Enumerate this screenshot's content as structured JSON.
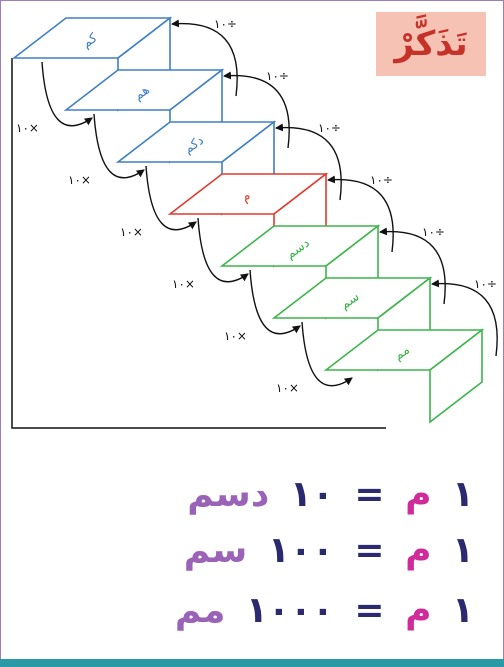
{
  "remember_label": "تَذَكَّرْ",
  "steps": [
    {
      "label": "كم",
      "color": "#3e7fc4"
    },
    {
      "label": "هم",
      "color": "#3e7fc4"
    },
    {
      "label": "دكم",
      "color": "#3e7fc4"
    },
    {
      "label": "م",
      "color": "#e03a2e"
    },
    {
      "label": "دسم",
      "color": "#3bb54a"
    },
    {
      "label": "سم",
      "color": "#3bb54a"
    },
    {
      "label": "مم",
      "color": "#3bb54a"
    }
  ],
  "up_label": "١٠÷",
  "down_label": "١٠×",
  "equations": [
    {
      "one": "١",
      "unit_left": "م",
      "equals": "=",
      "number": "١٠",
      "unit_right": "دسم"
    },
    {
      "one": "١",
      "unit_left": "م",
      "equals": "=",
      "number": "١٠٠",
      "unit_right": "سم"
    },
    {
      "one": "١",
      "unit_left": "م",
      "equals": "=",
      "number": "١٠٠٠",
      "unit_right": "مم"
    }
  ],
  "colors": {
    "blue": "#3e7fc4",
    "red": "#e03a2e",
    "green": "#3bb54a",
    "equation_dark": "#2c2a6e",
    "unit_meter": "#d02b9b",
    "unit_other": "#9a63b8",
    "remember_bg": "#f6c2b4",
    "remember_text": "#c5322a"
  }
}
